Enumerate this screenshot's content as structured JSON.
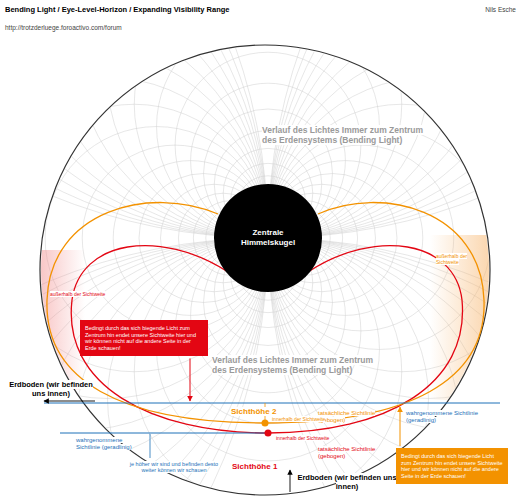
{
  "diagram": {
    "title": "Bending Light / Eye-Level-Horizon / Expanding Visibility Range",
    "nodes": [
      {
        "text": [
          "Zentrale Himmelskugel"
        ]
      },
      {
        "text": [
          "Bedingt durch das sich biegende Licht zum Zentrum hin endet unsere Sichtweite hier und wir können nicht auf die andere Seite in der Erde schauen!"
        ]
      },
      {
        "text": [
          "Bedingt durch das sich biegende Licht zum Zentrum hin endet unsere Sichtweite hier und wir können nicht auf die andere Seite in der Erde schauen!"
        ]
      }
    ],
    "labels": [
      "http://trotzderluege.foroactivo.com/forum",
      "Nils Esche",
      "Verlauf des Lichtes Immer zum Zentrum des Erdensystems (Bending Light)",
      "Verlauf des Lichtes Immer zum Zentrum des Erdensystems (Bending Light)",
      "Erdboden (wir befinden uns innen)",
      "Erdboden (wir befinden uns innen)",
      "Sichthöhe 2",
      "Sichthöhe 1",
      "tatsächliche Sichtlinie (gebogen)",
      "tatsächliche Sichtlinie (gebogen)",
      "wahrgenommene Sichtlinie (geradlinig)",
      "wahrgenommene Sichtlinie (geradlinig)",
      "je höher wir sind und befinden desto weiter können wir schauen",
      "außerhalb der Sichtweite",
      "außerhalb der Sichtweite",
      "innerhalb der Sichtweite",
      "innerhalb der Sichtweite"
    ]
  }
}
